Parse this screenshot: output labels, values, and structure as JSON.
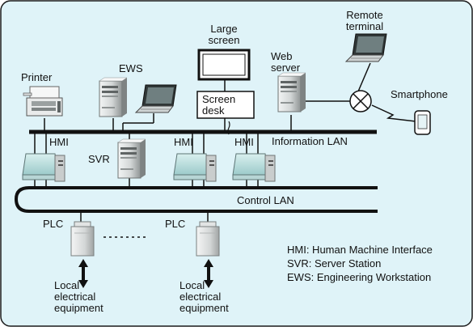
{
  "labels": {
    "large_screen": [
      "Large",
      "screen"
    ],
    "remote_terminal": [
      "Remote",
      "terminal"
    ],
    "web_server": [
      "Web",
      "server"
    ],
    "printer": "Printer",
    "ews": "EWS",
    "screen_desk": [
      "Screen",
      "desk"
    ],
    "smartphone": "Smartphone",
    "hmi": "HMI",
    "svr": "SVR",
    "information_lan": "Information LAN",
    "control_lan": "Control LAN",
    "plc": "PLC",
    "local_equipment": [
      "Local",
      "electrical",
      "equipment"
    ]
  },
  "legend": [
    "HMI: Human Machine Interface",
    "SVR: Server Station",
    "EWS: Engineering Workstation"
  ],
  "colors": {
    "background": "#dff3f8",
    "border": "#1a1a1a",
    "device_light": "#eceeee",
    "device_mid": "#c9cdcd",
    "device_dark": "#8d9292",
    "monitor_teal": "#b9dede",
    "router": "#ffffff"
  },
  "icons": {
    "printer": "printer-icon",
    "pc_tower": "tower-pc-icon",
    "laptop": "laptop-icon",
    "monitor": "monitor-icon",
    "hmi_pc": "hmi-computer-icon",
    "plc": "plc-icon",
    "router": "router-icon",
    "smartphone": "smartphone-icon",
    "arrow": "double-arrow-icon"
  }
}
